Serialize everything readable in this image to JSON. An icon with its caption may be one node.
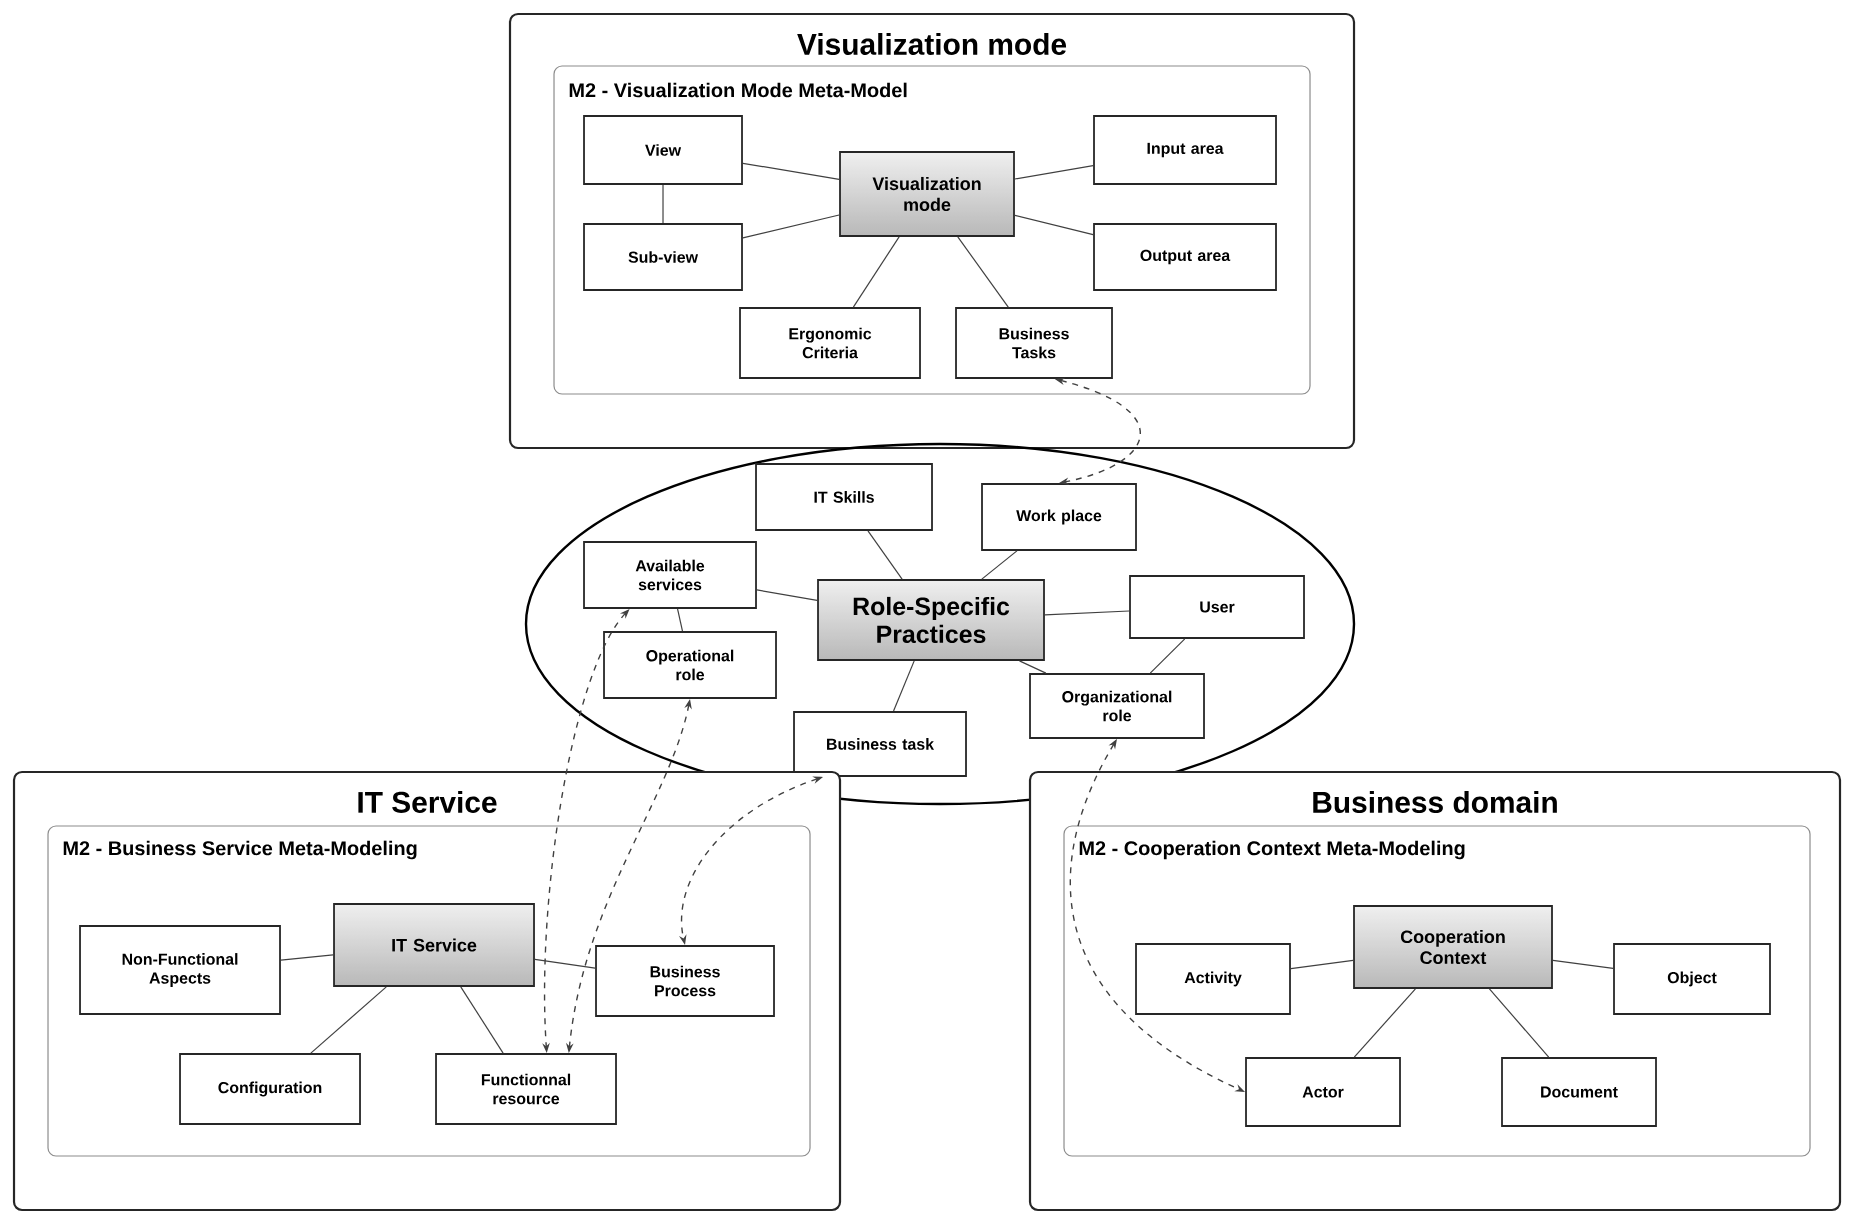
{
  "diagram": {
    "nodes": [
      {
        "text": [
          "Visualization mode"
        ]
      },
      {
        "text": [
          "M2 - Visualization Mode Meta-Model"
        ],
        "in": 0
      },
      {
        "text": [
          "Visualization mode"
        ],
        "in": 1
      },
      {
        "text": [
          "View"
        ],
        "in": 1
      },
      {
        "text": [
          "Sub-view"
        ],
        "in": 1
      },
      {
        "text": [
          "Input area"
        ],
        "in": 1
      },
      {
        "text": [
          "Output area"
        ],
        "in": 1
      },
      {
        "text": [
          "Ergonomic Criteria"
        ],
        "in": 1
      },
      {
        "text": [
          "Business Tasks"
        ],
        "in": 1
      },
      {
        "text": [],
        "shape": "ellipse"
      },
      {
        "text": [
          "Role-Specific Practices"
        ],
        "in": 9
      },
      {
        "text": [
          "IT Skills"
        ],
        "in": 9
      },
      {
        "text": [
          "Work place"
        ],
        "in": 9
      },
      {
        "text": [
          "Available services"
        ],
        "in": 9
      },
      {
        "text": [
          "User"
        ],
        "in": 9
      },
      {
        "text": [
          "Operational role"
        ],
        "in": 9
      },
      {
        "text": [
          "Organizational role"
        ],
        "in": 9
      },
      {
        "text": [
          "Business task"
        ],
        "in": 9
      },
      {
        "text": [
          "IT Service"
        ]
      },
      {
        "text": [
          "M2 - Business Service Meta-Modeling"
        ],
        "in": 18
      },
      {
        "text": [
          "IT Service"
        ],
        "in": 19
      },
      {
        "text": [
          "Non-Functional Aspects"
        ],
        "in": 19
      },
      {
        "text": [
          "Business Process"
        ],
        "in": 19
      },
      {
        "text": [
          "Configuration"
        ],
        "in": 19
      },
      {
        "text": [
          "Functionnal resource"
        ],
        "in": 19
      },
      {
        "text": [
          "Business domain"
        ]
      },
      {
        "text": [
          "M2 - Cooperation Context Meta-Modeling"
        ],
        "in": 25
      },
      {
        "text": [
          "Cooperation Context"
        ],
        "in": 26
      },
      {
        "text": [
          "Activity"
        ],
        "in": 26
      },
      {
        "text": [
          "Object"
        ],
        "in": 26
      },
      {
        "text": [
          "Actor"
        ],
        "in": 26
      },
      {
        "text": [
          "Document"
        ],
        "in": 26
      }
    ],
    "edges": [
      {
        "from": 2,
        "to": 3,
        "arrow": "none"
      },
      {
        "from": 2,
        "to": 4,
        "arrow": "none"
      },
      {
        "from": 3,
        "to": 4,
        "arrow": "none"
      },
      {
        "from": 2,
        "to": 5,
        "arrow": "none"
      },
      {
        "from": 2,
        "to": 6,
        "arrow": "none"
      },
      {
        "from": 2,
        "to": 7,
        "arrow": "none"
      },
      {
        "from": 2,
        "to": 8,
        "arrow": "none"
      },
      {
        "from": 10,
        "to": 11,
        "arrow": "none"
      },
      {
        "from": 10,
        "to": 12,
        "arrow": "none"
      },
      {
        "from": 10,
        "to": 13,
        "arrow": "none"
      },
      {
        "from": 13,
        "to": 15,
        "arrow": "none"
      },
      {
        "from": 10,
        "to": 14,
        "arrow": "none"
      },
      {
        "from": 10,
        "to": 16,
        "arrow": "none"
      },
      {
        "from": 14,
        "to": 16,
        "arrow": "none"
      },
      {
        "from": 10,
        "to": 17,
        "arrow": "none"
      },
      {
        "from": 20,
        "to": 21,
        "arrow": "none"
      },
      {
        "from": 20,
        "to": 22,
        "arrow": "none"
      },
      {
        "from": 20,
        "to": 23,
        "arrow": "none"
      },
      {
        "from": 20,
        "to": 24,
        "arrow": "none"
      },
      {
        "from": 27,
        "to": 28,
        "arrow": "none"
      },
      {
        "from": 27,
        "to": 29,
        "arrow": "none"
      },
      {
        "from": 27,
        "to": 30,
        "arrow": "none"
      },
      {
        "from": 27,
        "to": 31,
        "arrow": "none"
      },
      {
        "from": 8,
        "to": 12,
        "arrow": "both",
        "style": "dashed"
      },
      {
        "from": 13,
        "to": 24,
        "arrow": "both",
        "style": "dashed"
      },
      {
        "from": 15,
        "to": 24,
        "arrow": "both",
        "style": "dashed"
      },
      {
        "from": 17,
        "to": 22,
        "arrow": "both",
        "style": "dashed"
      },
      {
        "from": 16,
        "to": 30,
        "arrow": "both",
        "style": "dashed"
      }
    ]
  }
}
